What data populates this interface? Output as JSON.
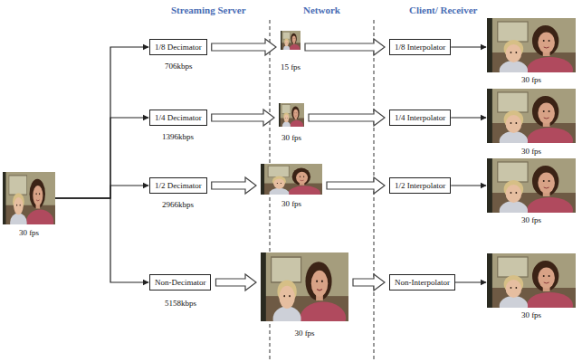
{
  "diagram": {
    "nodes": [
      {
        "text": [
          "30 fps"
        ]
      },
      {
        "text": [
          "1/8 Decimator"
        ]
      },
      {
        "text": [
          "15 fps"
        ]
      },
      {
        "text": [
          "1/8 Interpolator"
        ]
      },
      {
        "text": [
          "30 fps"
        ]
      },
      {
        "text": [
          "1/4 Decimator"
        ]
      },
      {
        "text": [
          "30 fps"
        ]
      },
      {
        "text": [
          "1/4 Interpolator"
        ]
      },
      {
        "text": [
          "30 fps"
        ]
      },
      {
        "text": [
          "1/2 Decimator"
        ]
      },
      {
        "text": [
          "30 fps"
        ]
      },
      {
        "text": [
          "1/2 Interpolator"
        ]
      },
      {
        "text": [
          "30 fps"
        ]
      },
      {
        "text": [
          "Non-Decimator"
        ]
      },
      {
        "text": [
          "30 fps"
        ]
      },
      {
        "text": [
          "Non-Interpolator"
        ]
      },
      {
        "text": [
          "30 fps"
        ]
      }
    ],
    "edges": [
      {
        "from": 0,
        "to": 1,
        "arrow": "to"
      },
      {
        "from": 0,
        "to": 5,
        "arrow": "to"
      },
      {
        "from": 0,
        "to": 9,
        "arrow": "to"
      },
      {
        "from": 0,
        "to": 13,
        "arrow": "to"
      },
      {
        "from": 1,
        "to": 2,
        "arrow": "to"
      },
      {
        "from": 2,
        "to": 3,
        "arrow": "to"
      },
      {
        "from": 3,
        "to": 4,
        "arrow": "to"
      },
      {
        "from": 5,
        "to": 6,
        "arrow": "to"
      },
      {
        "from": 6,
        "to": 7,
        "arrow": "to"
      },
      {
        "from": 7,
        "to": 8,
        "arrow": "to"
      },
      {
        "from": 9,
        "to": 10,
        "arrow": "to"
      },
      {
        "from": 10,
        "to": 11,
        "arrow": "to"
      },
      {
        "from": 11,
        "to": 12,
        "arrow": "to"
      },
      {
        "from": 13,
        "to": 14,
        "arrow": "to"
      },
      {
        "from": 14,
        "to": 15,
        "arrow": "to"
      },
      {
        "from": 15,
        "to": 16,
        "arrow": "to"
      }
    ],
    "labels": [
      "Streaming Server",
      "Network",
      "Client/ Receiver",
      "706kbps",
      "1396kbps",
      "2966kbps",
      "5158kbps"
    ]
  }
}
